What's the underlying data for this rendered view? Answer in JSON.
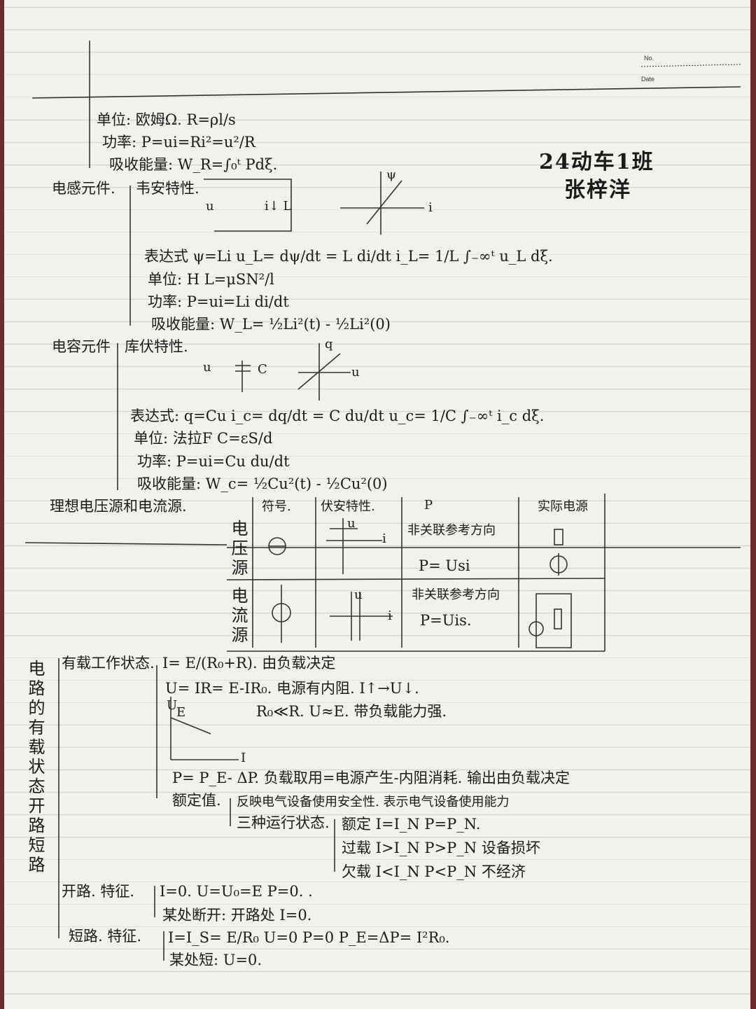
{
  "header": {
    "no_label": "No.",
    "date_label": "Date"
  },
  "author": {
    "class_name": "24动车1班",
    "student": "张梓洋"
  },
  "resistor": {
    "unit": "单位: 欧姆Ω. R=ρl/s",
    "power": "功率: P=ui=Ri²=u²/R",
    "energy": "吸收能量: W_R=∫₀ᵗ Pdξ."
  },
  "inductor": {
    "title": "电感元件.",
    "char": "韦安特性.",
    "lbl_u": "u",
    "lbl_iL": "i↓ L",
    "axis_psi": "ψ",
    "axis_i": "i",
    "expr": "表达式  ψ=Li     u_L= dψ/dt = L di/dt     i_L= 1/L ∫₋∞ᵗ u_L dξ.",
    "unit": "单位: H    L=μSN²/l",
    "power": "功率: P=ui=Li di/dt",
    "energy": "吸收能量: W_L= ½Li²(t) - ½Li²(0)"
  },
  "capacitor": {
    "title": "电容元件",
    "char": "库伏特性.",
    "lbl_u": "u",
    "lbl_C": "C",
    "axis_q": "q",
    "axis_u": "u",
    "expr": "表达式:  q=Cu     i_c= dq/dt = C du/dt     u_c= 1/C ∫₋∞ᵗ i_c dξ.",
    "unit": "单位: 法拉F     C=εS/d",
    "power": "功率: P=ui=Cu du/dt",
    "energy": "吸收能量:  W_c= ½Cu²(t) - ½Cu²(0)"
  },
  "sources": {
    "title": "理想电压源和电流源.",
    "col_symbol": "符号.",
    "col_char": "伏安特性.",
    "col_p": "P",
    "col_real": "实际电源",
    "row_voltage": "电压源",
    "row_current": "电流源",
    "vs_axis_u": "u",
    "vs_axis_i": "i",
    "vs_p_note": "非关联参考方向",
    "vs_p": "P= Usi",
    "cs_axis_u": "u",
    "cs_axis_i": "i",
    "cs_p_note": "非关联参考方向",
    "cs_p": "P=Uis."
  },
  "states": {
    "side_title": "电路的有载状态开路短路",
    "loaded": "有载工作状态.",
    "l1": "I= E/(R₀+R).  由负载决定",
    "l2": "U= IR= E-IR₀.  电源有内阻.  I↑→U↓.",
    "graph_u": "U",
    "graph_e": "E",
    "graph_i": "I",
    "l3": "R₀≪R.  U≈E.  带负载能力强.",
    "l4": "P= P_E- ΔP.  负载取用=电源产生-内阻消耗.    输出由负载决定",
    "l5": "额定值.",
    "l5a": "反映电气设备使用安全性. 表示电气设备使用能力",
    "l6": "三种运行状态.",
    "s1": "额定   I=I_N    P=P_N.",
    "s2": "过载   I>I_N    P>P_N    设备损坏",
    "s3": "欠载   I<I_N    P<P_N    不经济",
    "open": "开路.  特征.",
    "open1": "I=0.    U=U₀=E    P=0. .",
    "open2": "某处断开: 开路处 I=0.",
    "short": "短路.  特征.",
    "short1": "I=I_S= E/R₀   U=0    P=0    P_E=ΔP= I²R₀.",
    "short2": "某处短: U=0."
  }
}
